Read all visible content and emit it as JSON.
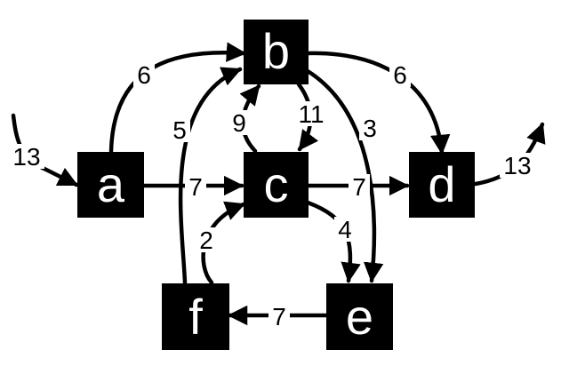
{
  "diagram": {
    "nodes": [
      {
        "id": "b",
        "label": "b"
      },
      {
        "id": "a",
        "label": "a"
      },
      {
        "id": "c",
        "label": "c"
      },
      {
        "id": "d",
        "label": "d"
      },
      {
        "id": "f",
        "label": "f"
      },
      {
        "id": "e",
        "label": "e"
      }
    ],
    "edges": [
      {
        "from": "in",
        "to": "a",
        "weight": "13"
      },
      {
        "from": "a",
        "to": "b",
        "weight": "6"
      },
      {
        "from": "a",
        "to": "c",
        "weight": "7"
      },
      {
        "from": "b",
        "to": "d",
        "weight": "6"
      },
      {
        "from": "f",
        "to": "b",
        "weight": "5"
      },
      {
        "from": "c",
        "to": "b",
        "weight": "9"
      },
      {
        "from": "b",
        "to": "c",
        "weight": "11"
      },
      {
        "from": "b",
        "to": "e",
        "weight": "3"
      },
      {
        "from": "c",
        "to": "d",
        "weight": "7"
      },
      {
        "from": "d",
        "to": "out",
        "weight": "13"
      },
      {
        "from": "f",
        "to": "c",
        "weight": "2"
      },
      {
        "from": "c",
        "to": "e",
        "weight": "4"
      },
      {
        "from": "e",
        "to": "f",
        "weight": "7"
      }
    ]
  },
  "colors": {
    "node_fill": "#000000",
    "node_text": "#ffffff",
    "edge": "#000000",
    "background": "#ffffff"
  }
}
